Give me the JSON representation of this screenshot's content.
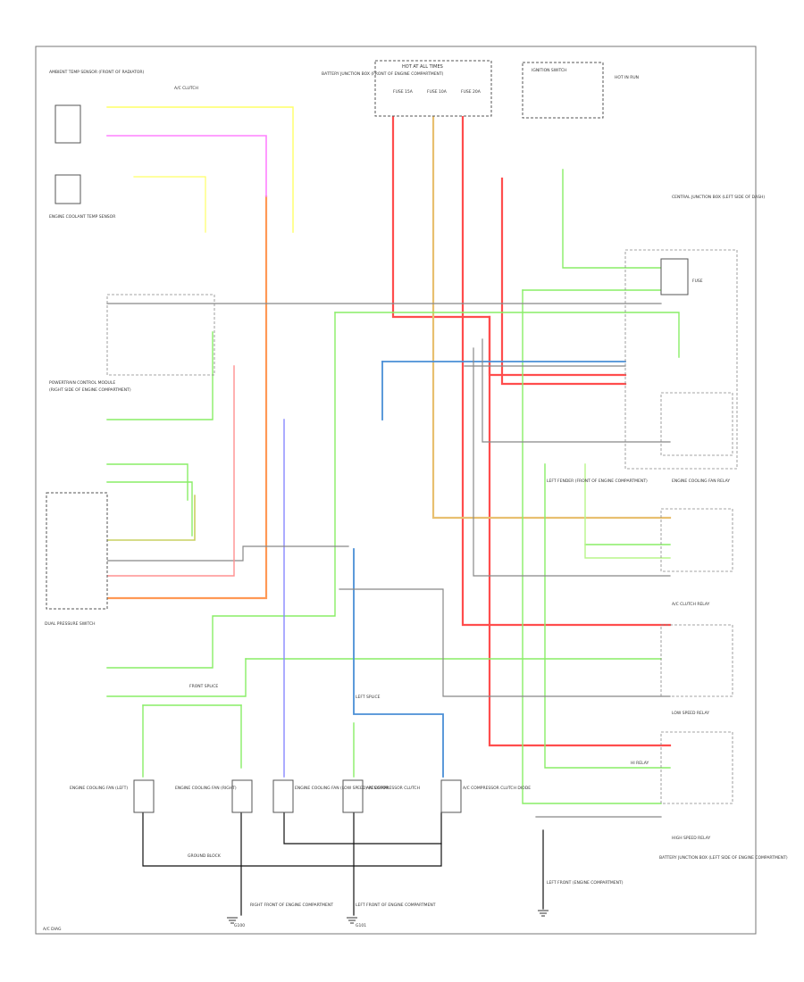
{
  "diagram": {
    "page_id": "A/C DIAG",
    "colors": {
      "red": "#ff4d4d",
      "yellow": "#ffff66",
      "pink": "#ff80ff",
      "orange": "#ff9955",
      "tan": "#e8c070",
      "green": "#88ee66",
      "lightgreen": "#b8f58a",
      "blue": "#4a8fd6",
      "violet": "#8888ff",
      "gray": "#888888",
      "black": "#111111",
      "olive": "#c8d060",
      "salmon": "#ff9090"
    },
    "labels": {
      "fuse_box": "HOT AT ALL TIMES",
      "fuse_box_desc": "BATTERY JUNCTION BOX (FRONT OF ENGINE COMPARTMENT)",
      "fuse_a": "FUSE 15A",
      "fuse_b": "FUSE 10A",
      "fuse_c": "FUSE 20A",
      "ignition_switch": "IGNITION SWITCH",
      "ignition_desc": "HOT IN RUN",
      "top_left_sensor": "AMBIENT TEMP SENSOR (FRONT OF RADIATOR)",
      "ac_clutch": "A/C CLUTCH",
      "engine_sensor": "ENGINE COOLANT TEMP SENSOR",
      "pcm": "POWERTRAIN CONTROL MODULE",
      "pcm_desc": "(RIGHT SIDE OF ENGINE COMPARTMENT)",
      "central_junction": "CENTRAL JUNCTION BOX (LEFT SIDE OF DASH)",
      "fuse_right": "FUSE",
      "left_fender": "LEFT FENDER (FRONT OF ENGINE COMPARTMENT)",
      "dual_pressure": "DUAL PRESSURE SWITCH",
      "engine_cooling": "ENGINE COOLING FAN RELAY",
      "ac_clutch_relay": "A/C CLUTCH RELAY",
      "low_speed_relay": "LOW SPEED RELAY",
      "high_speed_relay": "HIGH SPEED RELAY",
      "resistor": "ENGINE COOLING FAN (LOW SPEED) RESISTOR",
      "hi_relay": "HI RELAY",
      "engine_cooling_fan": "ENGINE COOLING FAN (LEFT)",
      "engine_cooling_fan2": "ENGINE COOLING FAN (RIGHT)",
      "ac_compressor": "A/C COMPRESSOR CLUTCH",
      "ac_comp2": "A/C COMPRESSOR CLUTCH DIODE",
      "ground_right": "RIGHT FRONT OF ENGINE COMPARTMENT",
      "ground_left": "LEFT FRONT OF ENGINE COMPARTMENT",
      "ground_right_label": "G100",
      "ground_left_label": "G101",
      "front_splice": "FRONT SPLICE",
      "left_splice": "LEFT SPLICE",
      "ground_block": "GROUND BLOCK",
      "battery_junction2": "BATTERY JUNCTION BOX (LEFT SIDE OF ENGINE COMPARTMENT)",
      "left_front": "LEFT FRONT (ENGINE COMPARTMENT)"
    }
  }
}
